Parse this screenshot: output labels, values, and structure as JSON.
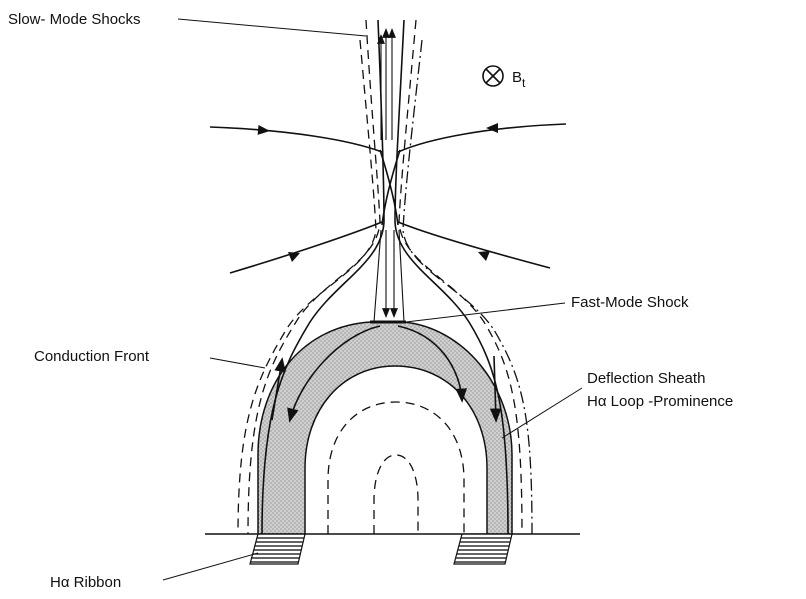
{
  "diagram": {
    "labels": {
      "slow_mode_shocks": "Slow- Mode Shocks",
      "bt_symbol": "B",
      "bt_subscript": "t",
      "fast_mode_shock": "Fast-Mode Shock",
      "conduction_front": "Conduction Front",
      "deflection_sheath": "Deflection Sheath",
      "ha_loop_prominence": "Hα Loop -Prominence",
      "ha_ribbon": "Hα Ribbon"
    },
    "colors": {
      "ink": "#111111",
      "loop_fill": "#c9c9c9",
      "background": "#ffffff"
    }
  }
}
